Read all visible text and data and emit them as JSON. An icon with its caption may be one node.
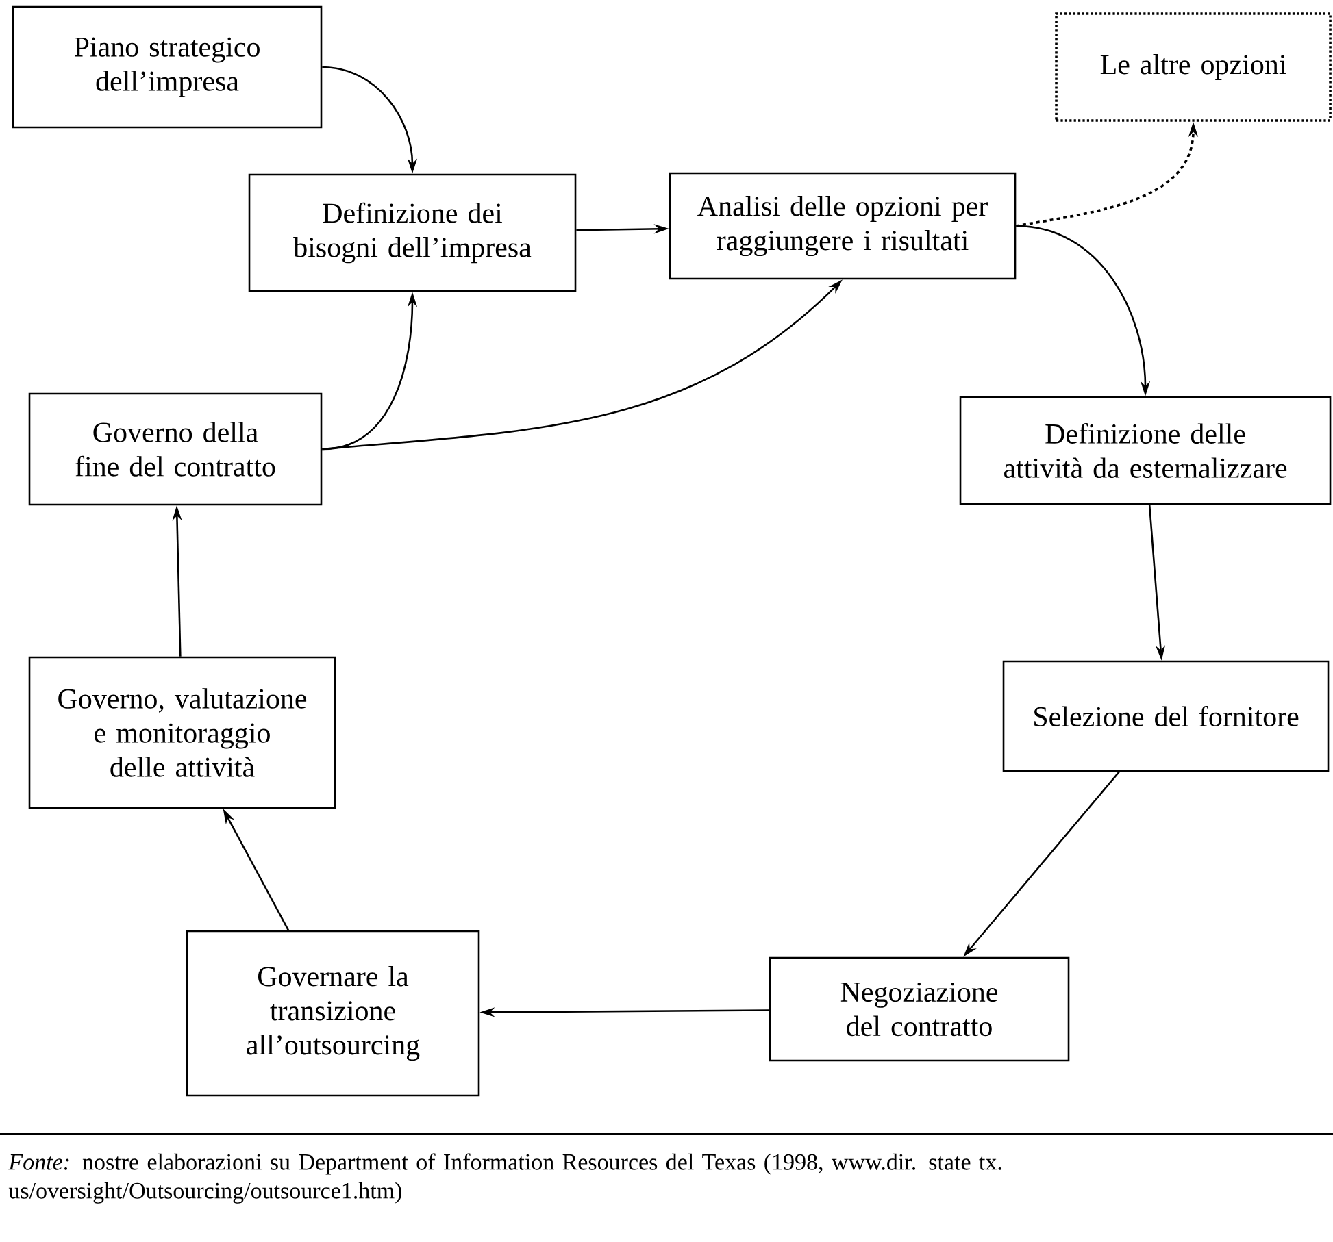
{
  "diagram": {
    "caption": "*Fonte:* nostre elaborazioni su Department of Information Resources del Texas (1998, www.dir. state tx. us/oversight/Outsourcing/outsource1.htm)",
    "nodes": [
      {
        "text": [
          "Piano strategico dell’impresa"
        ]
      },
      {
        "text": [
          "Definizione dei bisogni dell’impresa"
        ]
      },
      {
        "text": [
          "Analisi delle opzioni per raggiungere i risultati"
        ]
      },
      {
        "text": [
          "Le altre opzioni"
        ]
      },
      {
        "text": [
          "Definizione delle attività da esternalizzare"
        ]
      },
      {
        "text": [
          "Governo della fine del contratto"
        ]
      },
      {
        "text": [
          "Selezione del fornitore"
        ]
      },
      {
        "text": [
          "Governo, valutazione e monitoraggio delle attività"
        ]
      },
      {
        "text": [
          "Governare la transizione all’outsourcing"
        ]
      },
      {
        "text": [
          "Negoziazione del contratto"
        ]
      }
    ],
    "edges": [
      {
        "from": 0,
        "to": 1,
        "arrow": "to"
      },
      {
        "from": 1,
        "to": 2,
        "arrow": "to"
      },
      {
        "from": 2,
        "to": 3,
        "arrow": "to",
        "style": "dashed"
      },
      {
        "from": 2,
        "to": 4,
        "arrow": "to"
      },
      {
        "from": 4,
        "to": 6,
        "arrow": "to"
      },
      {
        "from": 6,
        "to": 9,
        "arrow": "to"
      },
      {
        "from": 9,
        "to": 8,
        "arrow": "to"
      },
      {
        "from": 8,
        "to": 7,
        "arrow": "to"
      },
      {
        "from": 7,
        "to": 5,
        "arrow": "to"
      },
      {
        "from": 5,
        "to": 1,
        "arrow": "to"
      },
      {
        "from": 5,
        "to": 2,
        "arrow": "to"
      }
    ]
  }
}
